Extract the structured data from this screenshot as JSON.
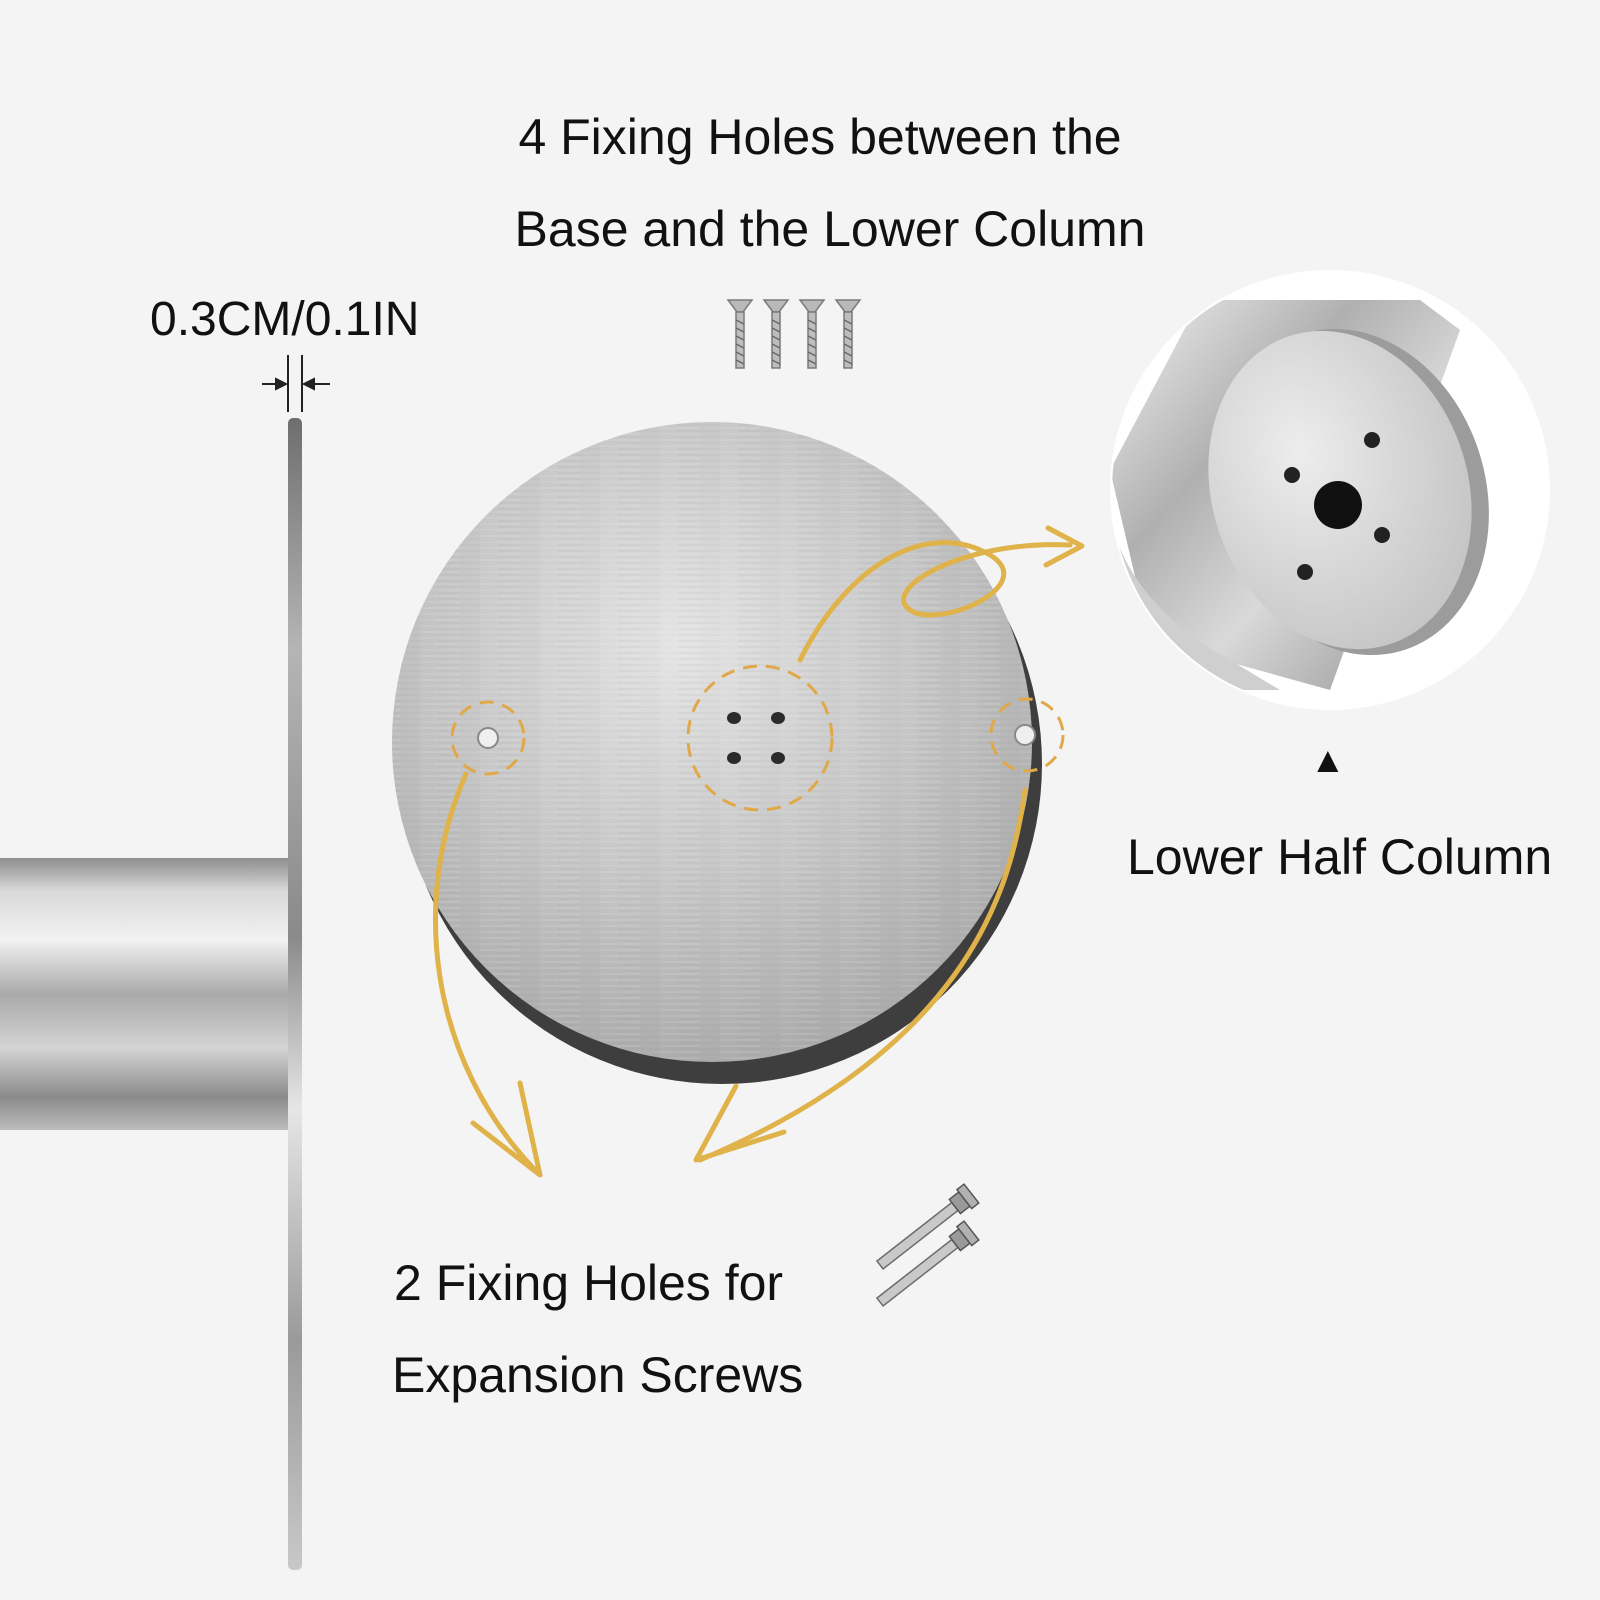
{
  "title": {
    "line1": "4 Fixing Holes between the",
    "line2": "Base and the Lower Column"
  },
  "thickness": {
    "label": "0.3CM/0.1IN"
  },
  "lower_column": {
    "label": "Lower Half Column",
    "pointer": "▲"
  },
  "expansion_holes": {
    "line1": "2 Fixing Holes for",
    "line2": "Expansion Screws"
  },
  "colors": {
    "background": "#f4f4f4",
    "steel_light": "#e2e2e2",
    "steel_mid": "#b8b8b8",
    "steel_dark": "#7d7d7d",
    "gold_arrow": "#e0b24a",
    "text": "#111111"
  },
  "icons": {
    "small_screws": "countersunk-screw-icon",
    "expansion_screws": "expansion-bolt-icon"
  }
}
